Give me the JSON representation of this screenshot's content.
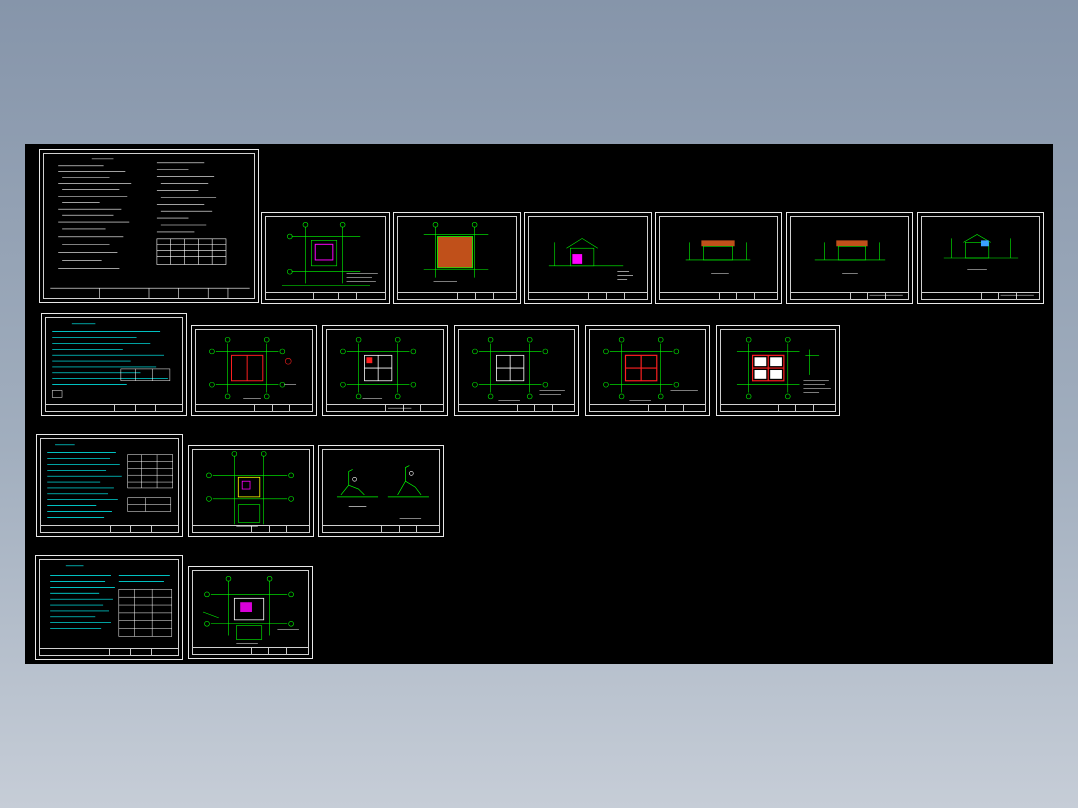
{
  "viewer": {
    "background": "#000000",
    "linework_colors": {
      "primary": "#00ff00",
      "text": "#00ffff",
      "frame": "#ffffff",
      "accent_fill": "#c0501a",
      "wall": "#ff2020",
      "tint": "#ff00ff"
    }
  },
  "sheets": [
    {
      "id": "cover-notes",
      "kind": "notes"
    },
    {
      "id": "site-plan",
      "kind": "plan"
    },
    {
      "id": "roof-plan",
      "kind": "roof"
    },
    {
      "id": "elevation-1",
      "kind": "elevation"
    },
    {
      "id": "elevation-2",
      "kind": "elevation"
    },
    {
      "id": "elevation-3",
      "kind": "elevation"
    },
    {
      "id": "elevation-4",
      "kind": "elevation"
    },
    {
      "id": "structure-notes",
      "kind": "notes"
    },
    {
      "id": "structure-plan-1",
      "kind": "grid"
    },
    {
      "id": "structure-plan-2",
      "kind": "grid"
    },
    {
      "id": "structure-plan-3",
      "kind": "grid"
    },
    {
      "id": "structure-plan-4",
      "kind": "grid"
    },
    {
      "id": "structure-plan-5",
      "kind": "grid"
    },
    {
      "id": "water-notes",
      "kind": "notes"
    },
    {
      "id": "water-plan",
      "kind": "plan"
    },
    {
      "id": "water-details",
      "kind": "detail"
    },
    {
      "id": "electrical-notes",
      "kind": "notes"
    },
    {
      "id": "electrical-plan",
      "kind": "plan"
    }
  ]
}
